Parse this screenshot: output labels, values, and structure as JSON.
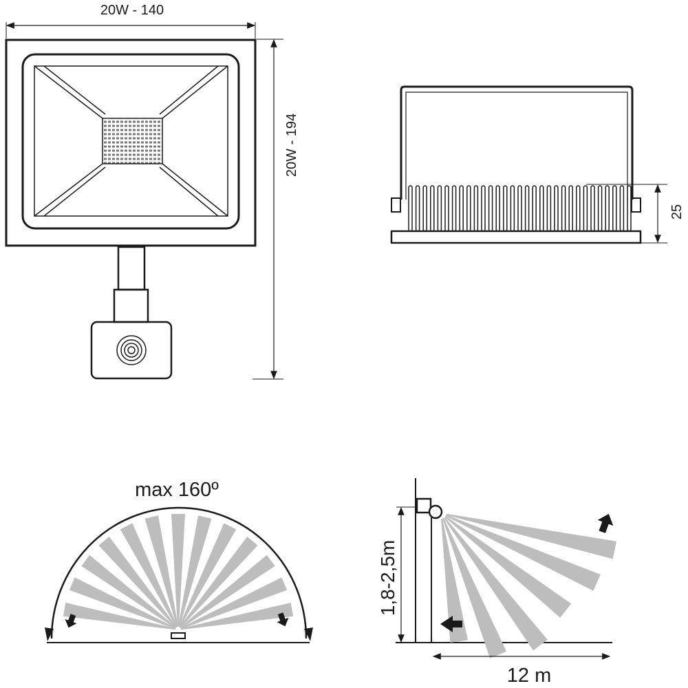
{
  "front_view": {
    "width_label": "20W - 140",
    "height_label": "20W - 194"
  },
  "side_view": {
    "depth_label": "25"
  },
  "detection_angle": {
    "label": "max 160º"
  },
  "detection_range": {
    "height_label": "1,8-2,5m",
    "distance_label": "12 m"
  },
  "colors": {
    "line": "#1a1a1a",
    "beam": "#bdbdbd"
  }
}
